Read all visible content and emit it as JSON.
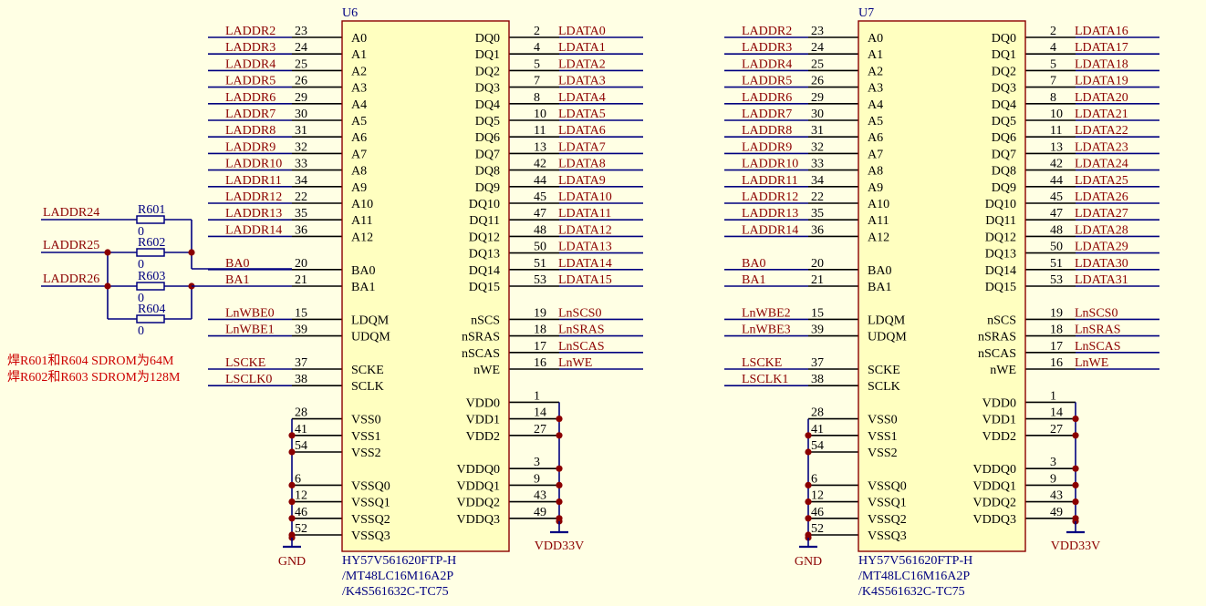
{
  "notes": [
    "焊R601和R604 SDROM为64M",
    "焊R602和R603 SDROM为128M"
  ],
  "left_pins": [
    {
      "label": "A0",
      "num": "23"
    },
    {
      "label": "A1",
      "num": "24"
    },
    {
      "label": "A2",
      "num": "25"
    },
    {
      "label": "A3",
      "num": "26"
    },
    {
      "label": "A4",
      "num": "29"
    },
    {
      "label": "A5",
      "num": "30"
    },
    {
      "label": "A6",
      "num": "31"
    },
    {
      "label": "A7",
      "num": "32"
    },
    {
      "label": "A8",
      "num": "33"
    },
    {
      "label": "A9",
      "num": "34"
    },
    {
      "label": "A10",
      "num": "22"
    },
    {
      "label": "A11",
      "num": "35"
    },
    {
      "label": "A12",
      "num": "36"
    },
    {
      "label": "BA0",
      "num": "20"
    },
    {
      "label": "BA1",
      "num": "21"
    },
    {
      "label": "LDQM",
      "num": "15"
    },
    {
      "label": "UDQM",
      "num": "39"
    },
    {
      "label": "SCKE",
      "num": "37"
    },
    {
      "label": "SCLK",
      "num": "38"
    },
    {
      "label": "VSS0",
      "num": "28"
    },
    {
      "label": "VSS1",
      "num": "41"
    },
    {
      "label": "VSS2",
      "num": "54"
    },
    {
      "label": "VSSQ0",
      "num": "6"
    },
    {
      "label": "VSSQ1",
      "num": "12"
    },
    {
      "label": "VSSQ2",
      "num": "46"
    },
    {
      "label": "VSSQ3",
      "num": "52"
    }
  ],
  "right_pins": [
    {
      "label": "DQ0",
      "num": "2"
    },
    {
      "label": "DQ1",
      "num": "4"
    },
    {
      "label": "DQ2",
      "num": "5"
    },
    {
      "label": "DQ3",
      "num": "7"
    },
    {
      "label": "DQ4",
      "num": "8"
    },
    {
      "label": "DQ5",
      "num": "10"
    },
    {
      "label": "DQ6",
      "num": "11"
    },
    {
      "label": "DQ7",
      "num": "13"
    },
    {
      "label": "DQ8",
      "num": "42"
    },
    {
      "label": "DQ9",
      "num": "44"
    },
    {
      "label": "DQ10",
      "num": "45"
    },
    {
      "label": "DQ11",
      "num": "47"
    },
    {
      "label": "DQ12",
      "num": "48"
    },
    {
      "label": "DQ13",
      "num": "50"
    },
    {
      "label": "DQ14",
      "num": "51"
    },
    {
      "label": "DQ15",
      "num": "53"
    },
    {
      "label": "nSCS",
      "num": "19"
    },
    {
      "label": "nSRAS",
      "num": "18"
    },
    {
      "label": "nSCAS",
      "num": "17"
    },
    {
      "label": "nWE",
      "num": "16"
    },
    {
      "label": "VDD0",
      "num": "1"
    },
    {
      "label": "VDD1",
      "num": "14"
    },
    {
      "label": "VDD2",
      "num": "27"
    },
    {
      "label": "VDDQ0",
      "num": "3"
    },
    {
      "label": "VDDQ1",
      "num": "9"
    },
    {
      "label": "VDDQ2",
      "num": "43"
    },
    {
      "label": "VDDQ3",
      "num": "49"
    }
  ],
  "chips": [
    {
      "ref": "U6",
      "part": [
        "HY57V561620FTP-H",
        "/MT48LC16M16A2P",
        "/K4S561632C-TC75"
      ],
      "left_nets": [
        "LADDR2",
        "LADDR3",
        "LADDR4",
        "LADDR5",
        "LADDR6",
        "LADDR7",
        "LADDR8",
        "LADDR9",
        "LADDR10",
        "LADDR11",
        "LADDR12",
        "LADDR13",
        "LADDR14",
        "BA0",
        "BA1",
        "LnWBE0",
        "LnWBE1",
        "LSCKE",
        "LSCLK0"
      ],
      "right_nets": [
        "LDATA0",
        "LDATA1",
        "LDATA2",
        "LDATA3",
        "LDATA4",
        "LDATA5",
        "LDATA6",
        "LDATA7",
        "LDATA8",
        "LDATA9",
        "LDATA10",
        "LDATA11",
        "LDATA12",
        "LDATA13",
        "LDATA14",
        "LDATA15",
        "LnSCS0",
        "LnSRAS",
        "LnSCAS",
        "LnWE"
      ],
      "gnd": "GND",
      "vdd": "VDD33V"
    },
    {
      "ref": "U7",
      "part": [
        "HY57V561620FTP-H",
        "/MT48LC16M16A2P",
        "/K4S561632C-TC75"
      ],
      "left_nets": [
        "LADDR2",
        "LADDR3",
        "LADDR4",
        "LADDR5",
        "LADDR6",
        "LADDR7",
        "LADDR8",
        "LADDR9",
        "LADDR10",
        "LADDR11",
        "LADDR12",
        "LADDR13",
        "LADDR14",
        "BA0",
        "BA1",
        "LnWBE2",
        "LnWBE3",
        "LSCKE",
        "LSCLK1"
      ],
      "right_nets": [
        "LDATA16",
        "LDATA17",
        "LDATA18",
        "LDATA19",
        "LDATA20",
        "LDATA21",
        "LDATA22",
        "LDATA23",
        "LDATA24",
        "LDATA25",
        "LDATA26",
        "LDATA27",
        "LDATA28",
        "LDATA29",
        "LDATA30",
        "LDATA31",
        "LnSCS0",
        "LnSRAS",
        "LnSCAS",
        "LnWE"
      ],
      "gnd": "GND",
      "vdd": "VDD33V"
    }
  ],
  "resistor_nets": [
    "LADDR24",
    "LADDR25",
    "LADDR26"
  ],
  "resistors": [
    {
      "ref": "R601",
      "value": "0"
    },
    {
      "ref": "R602",
      "value": "0"
    },
    {
      "ref": "R603",
      "value": "0"
    },
    {
      "ref": "R604",
      "value": "0"
    }
  ],
  "colors": {
    "background": "#ffffe4",
    "chip_fill": "#ffffc0",
    "chip_border": "#8b0000",
    "wire": "#000080",
    "pin_line": "#000000",
    "net_label": "#8b0000",
    "junction": "#8b0000",
    "note": "#cc0000",
    "ref": "#000080"
  }
}
